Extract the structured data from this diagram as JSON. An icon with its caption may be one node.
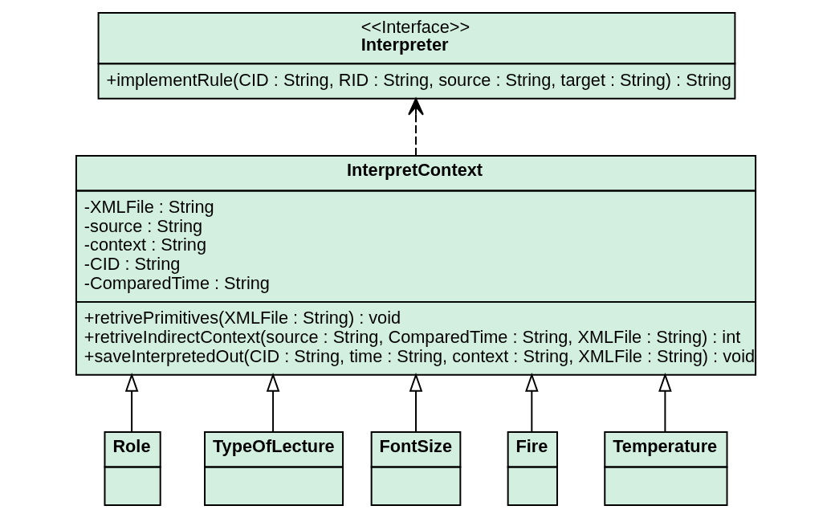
{
  "diagram": {
    "nodes": [
      {
        "text": [
          "<<Interface>>",
          "Interpreter",
          "+implementRule(CID : String, RID : String, source : String, target : String) : String"
        ]
      },
      {
        "text": [
          "InterpretContext",
          "-XMLFile : String",
          "-source : String",
          "-context : String",
          "-CID : String",
          "-ComparedTime : String",
          "+retrivePrimitives(XMLFile : String) : void",
          "+retriveIndirectContext(source : String, ComparedTime : String, XMLFile : String) : int",
          "+saveInterpretedOut(CID : String, time : String, context : String, XMLFile : String) : void"
        ]
      },
      {
        "text": [
          "Role"
        ]
      },
      {
        "text": [
          "TypeOfLecture"
        ]
      },
      {
        "text": [
          "FontSize"
        ]
      },
      {
        "text": [
          "Fire"
        ]
      },
      {
        "text": [
          "Temperature"
        ]
      }
    ],
    "edges": [
      {
        "from": 1,
        "to": 0,
        "arrow": "to",
        "style": "dashed"
      },
      {
        "from": 2,
        "to": 1,
        "arrow": "to"
      },
      {
        "from": 3,
        "to": 1,
        "arrow": "to"
      },
      {
        "from": 4,
        "to": 1,
        "arrow": "to"
      },
      {
        "from": 5,
        "to": 1,
        "arrow": "to"
      },
      {
        "from": 6,
        "to": 1,
        "arrow": "to"
      }
    ]
  }
}
